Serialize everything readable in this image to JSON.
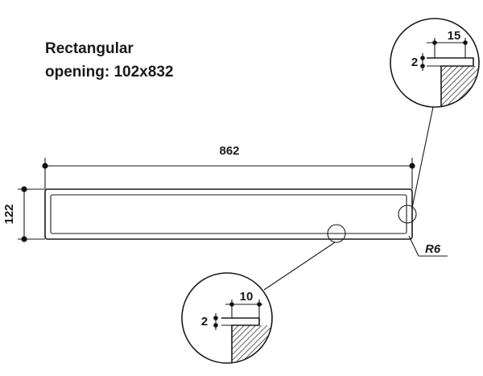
{
  "title": {
    "line1": "Rectangular",
    "line2": "opening: 102x832"
  },
  "dimensions": {
    "width": "862",
    "height": "122",
    "radius": "R6"
  },
  "detail_top": {
    "step_width": "15",
    "step_depth": "2"
  },
  "detail_bottom": {
    "step_width": "10",
    "step_depth": "2"
  },
  "colors": {
    "ink": "#1a1a1a",
    "background": "#ffffff"
  }
}
